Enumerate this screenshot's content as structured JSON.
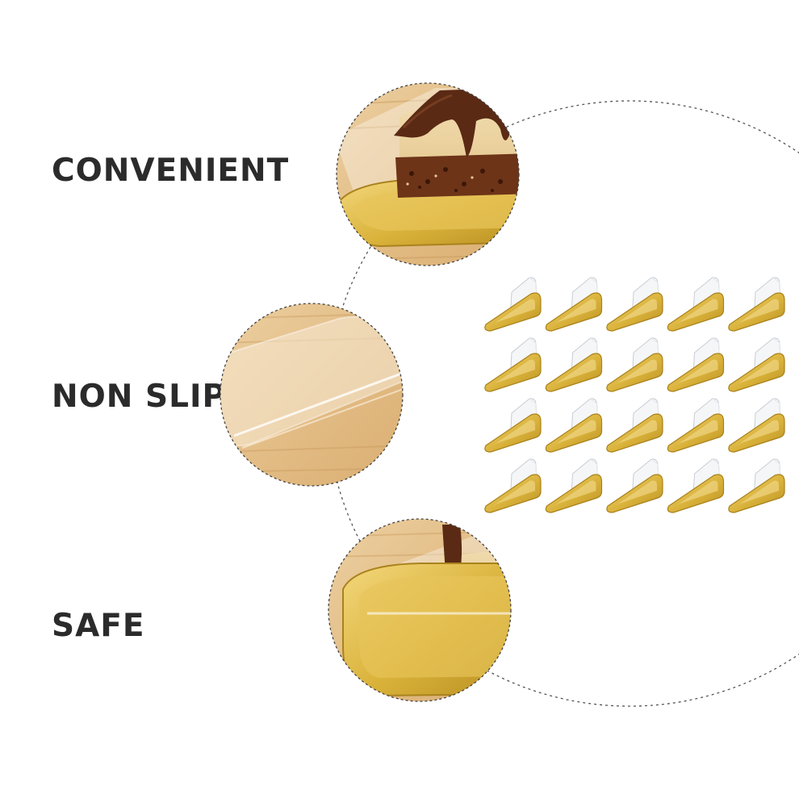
{
  "features": [
    {
      "label": "CONVENIENT",
      "photo": "cake-slice-closeup-photo"
    },
    {
      "label": "NON SLIP",
      "photo": "clear-lid-on-wood-photo"
    },
    {
      "label": "SAFE",
      "photo": "gold-base-edge-photo"
    }
  ],
  "product_grid": {
    "rows": 4,
    "columns": 5,
    "item": "triangular-cake-container"
  },
  "colors": {
    "text": "#2b2b2b",
    "gold": "#d9b23a",
    "gold_light": "#efd27a",
    "wood": "#e6c493",
    "chocolate": "#5a2a14",
    "dotted_line": "#555555"
  }
}
